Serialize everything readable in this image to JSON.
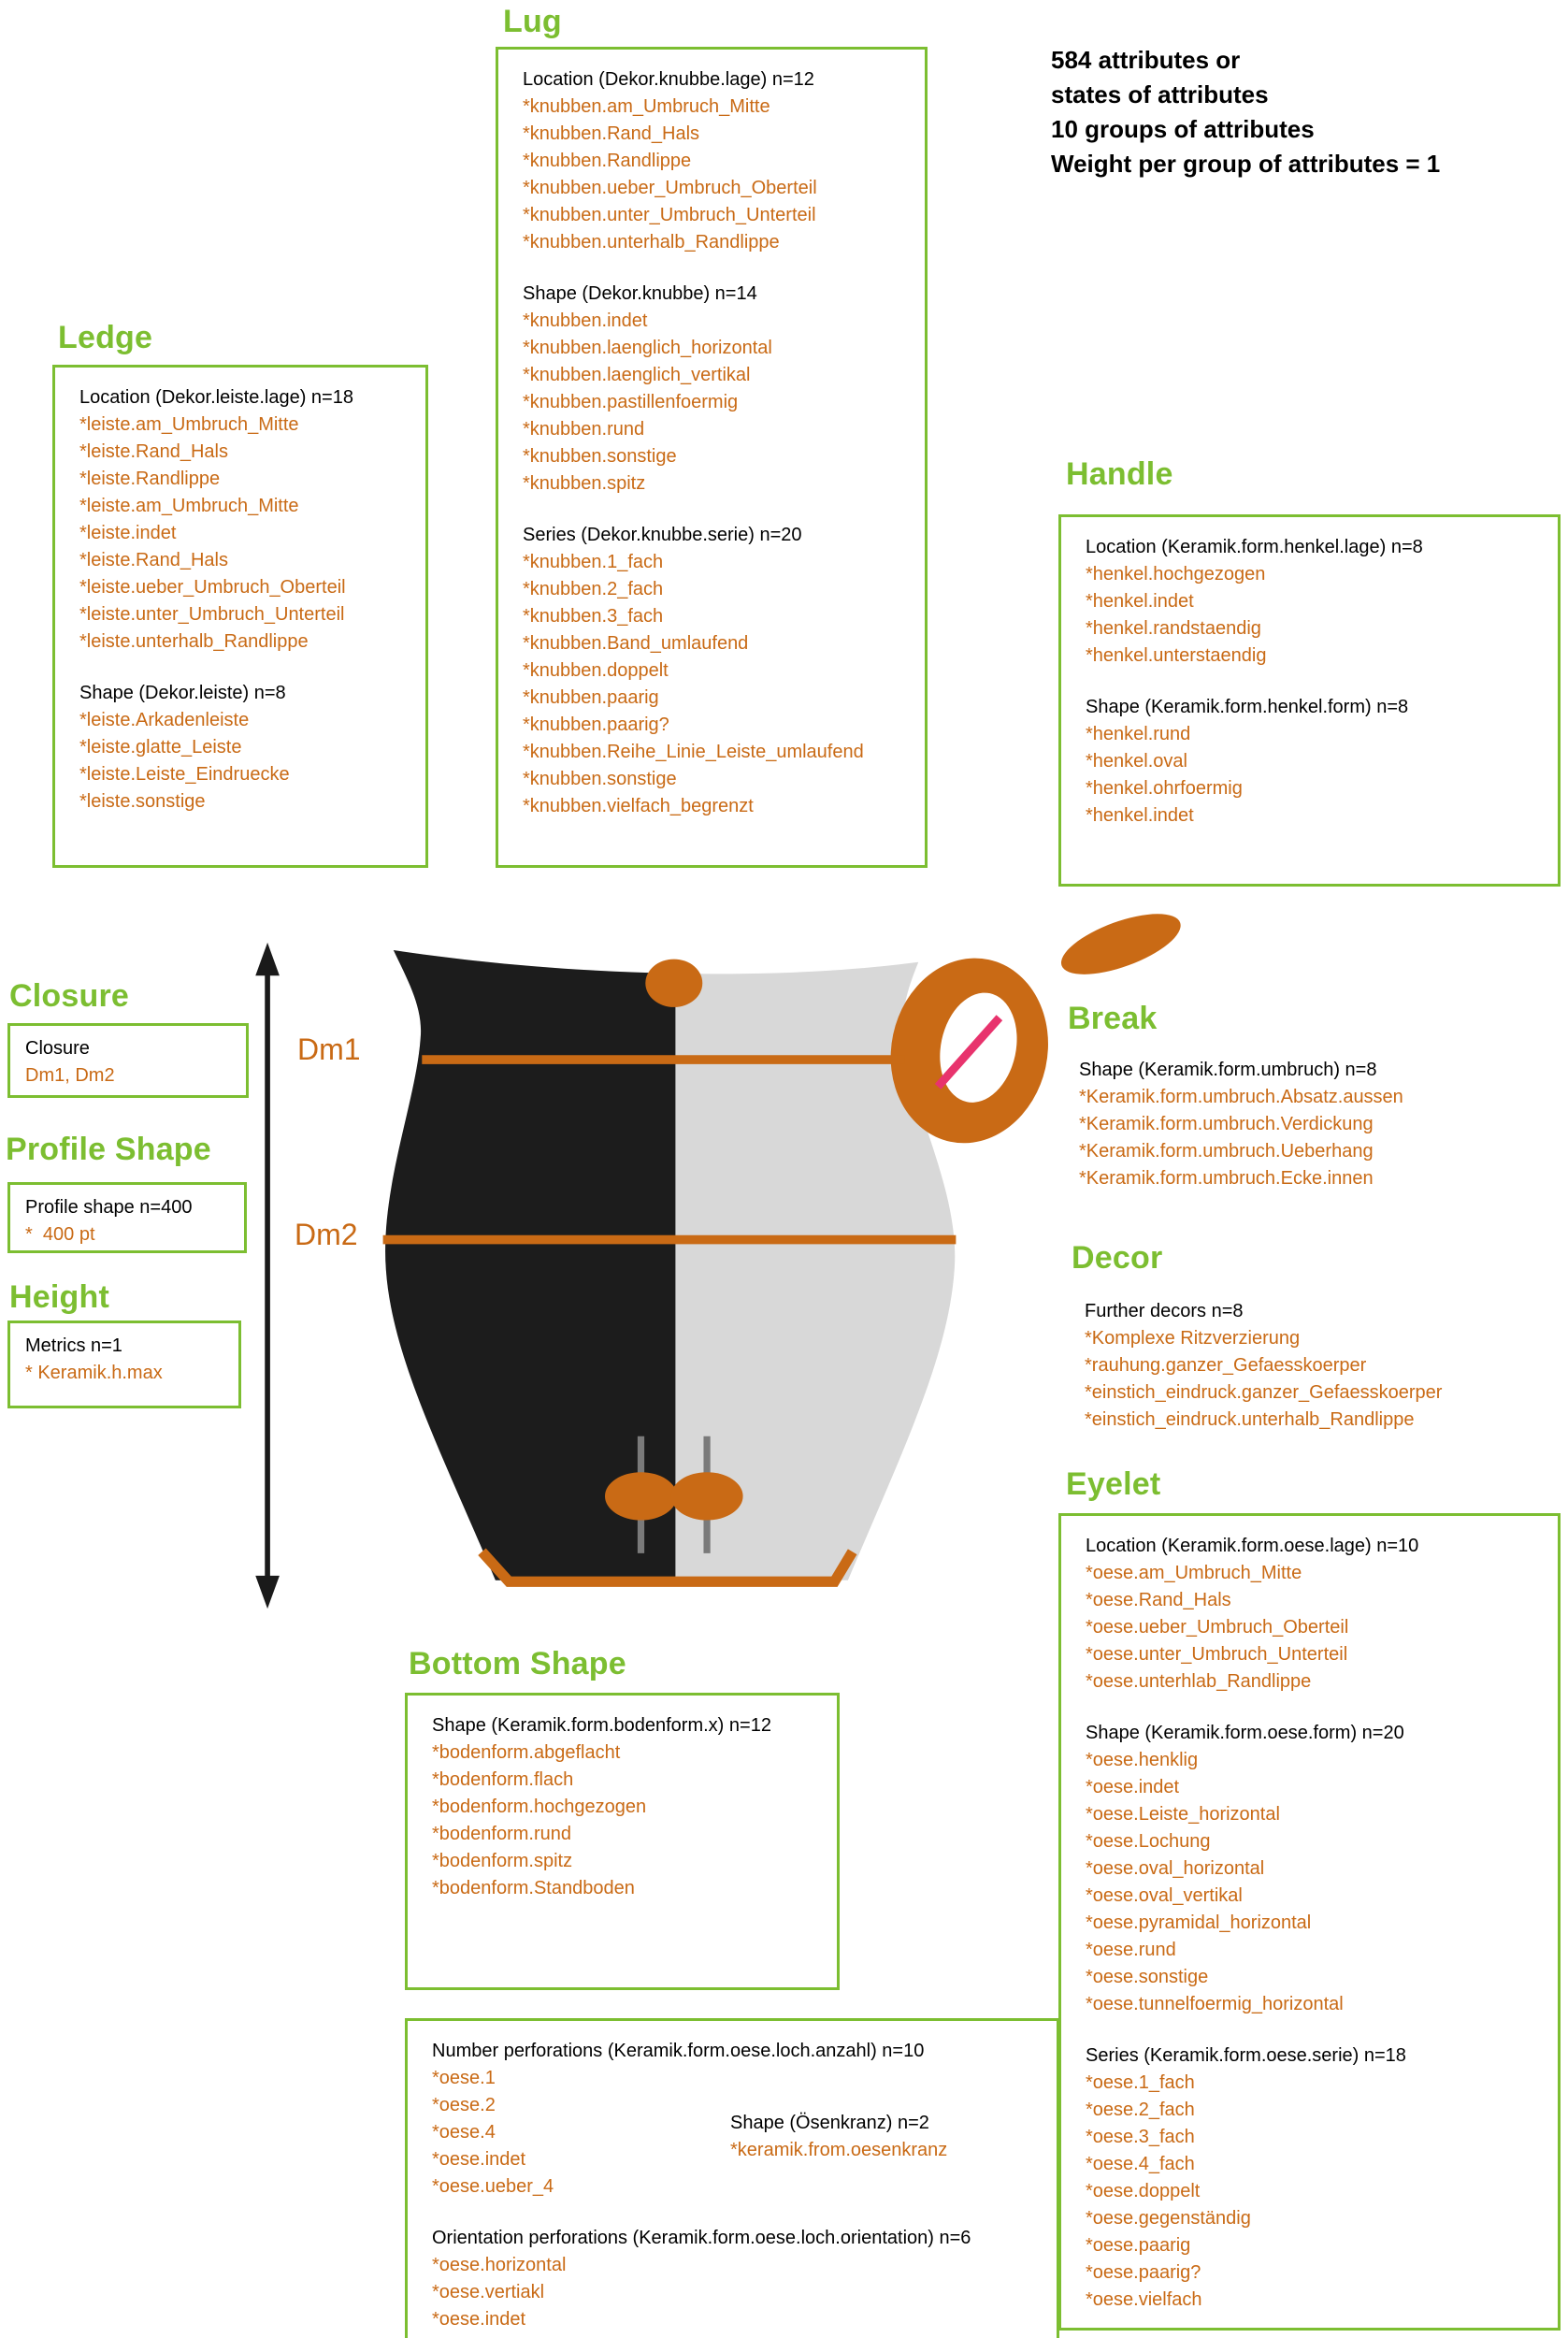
{
  "colors": {
    "green": "#7cbe31",
    "orange": "#c96a15",
    "pink": "#e8336d",
    "vessel_dark": "#1c1c1c",
    "vessel_light": "#d8d8d8",
    "rod_gray": "#7a7a7a"
  },
  "info_block": {
    "line1": "584 attributes or",
    "line2": "states of attributes",
    "line3": "10 groups of attributes",
    "line4": "Weight per group of attributes = 1"
  },
  "vessel_labels": {
    "dm1": "Dm1",
    "dm2": "Dm2"
  },
  "sections": {
    "lug": {
      "title": "Lug",
      "groups": [
        {
          "header": "Location (Dekor.knubbe.lage) n=12",
          "items": [
            "*knubben.am_Umbruch_Mitte",
            "*knubben.Rand_Hals",
            "*knubben.Randlippe",
            "*knubben.ueber_Umbruch_Oberteil",
            "*knubben.unter_Umbruch_Unterteil",
            "*knubben.unterhalb_Randlippe"
          ]
        },
        {
          "header": "Shape (Dekor.knubbe) n=14",
          "items": [
            "*knubben.indet",
            "*knubben.laenglich_horizontal",
            "*knubben.laenglich_vertikal",
            "*knubben.pastillenfoermig",
            "*knubben.rund",
            "*knubben.sonstige",
            "*knubben.spitz"
          ]
        },
        {
          "header": "Series (Dekor.knubbe.serie) n=20",
          "items": [
            "*knubben.1_fach",
            "*knubben.2_fach",
            "*knubben.3_fach",
            "*knubben.Band_umlaufend",
            "*knubben.doppelt",
            "*knubben.paarig",
            "*knubben.paarig?",
            "*knubben.Reihe_Linie_Leiste_umlaufend",
            "*knubben.sonstige",
            "*knubben.vielfach_begrenzt"
          ]
        }
      ]
    },
    "ledge": {
      "title": "Ledge",
      "groups": [
        {
          "header": "Location (Dekor.leiste.lage) n=18",
          "items": [
            "*leiste.am_Umbruch_Mitte",
            "*leiste.Rand_Hals",
            "*leiste.Randlippe",
            "*leiste.am_Umbruch_Mitte",
            "*leiste.indet",
            "*leiste.Rand_Hals",
            "*leiste.ueber_Umbruch_Oberteil",
            "*leiste.unter_Umbruch_Unterteil",
            "*leiste.unterhalb_Randlippe"
          ]
        },
        {
          "header": "Shape (Dekor.leiste) n=8",
          "items": [
            "*leiste.Arkadenleiste",
            "*leiste.glatte_Leiste",
            "*leiste.Leiste_Eindruecke",
            "*leiste.sonstige"
          ]
        }
      ]
    },
    "handle": {
      "title": "Handle",
      "groups": [
        {
          "header": "Location (Keramik.form.henkel.lage) n=8",
          "items": [
            "*henkel.hochgezogen",
            "*henkel.indet",
            "*henkel.randstaendig",
            "*henkel.unterstaendig"
          ]
        },
        {
          "header": "Shape (Keramik.form.henkel.form) n=8",
          "items": [
            "*henkel.rund",
            "*henkel.oval",
            "*henkel.ohrfoermig",
            "*henkel.indet"
          ]
        }
      ]
    },
    "closure": {
      "title": "Closure",
      "groups": [
        {
          "header": "Closure",
          "items": [
            "Dm1, Dm2"
          ]
        }
      ]
    },
    "profile_shape": {
      "title": "Profile Shape",
      "groups": [
        {
          "header": "Profile shape n=400",
          "items": [
            "*  400 pt"
          ]
        }
      ]
    },
    "height": {
      "title": "Height",
      "groups": [
        {
          "header": "Metrics n=1",
          "items": [
            "* Keramik.h.max"
          ]
        }
      ]
    },
    "break": {
      "title": "Break",
      "groups": [
        {
          "header": "Shape (Keramik.form.umbruch) n=8",
          "items": [
            "*Keramik.form.umbruch.Absatz.aussen",
            "*Keramik.form.umbruch.Verdickung",
            "*Keramik.form.umbruch.Ueberhang",
            "*Keramik.form.umbruch.Ecke.innen"
          ]
        }
      ]
    },
    "decor": {
      "title": "Decor",
      "groups": [
        {
          "header": "Further decors n=8",
          "items": [
            "*Komplexe Ritzverzierung",
            "*rauhung.ganzer_Gefaesskoerper",
            "*einstich_eindruck.ganzer_Gefaesskoerper",
            "*einstich_eindruck.unterhalb_Randlippe"
          ]
        }
      ]
    },
    "eyelet": {
      "title": "Eyelet",
      "groups": [
        {
          "header": "Location (Keramik.form.oese.lage) n=10",
          "items": [
            "*oese.am_Umbruch_Mitte",
            "*oese.Rand_Hals",
            "*oese.ueber_Umbruch_Oberteil",
            "*oese.unter_Umbruch_Unterteil",
            "*oese.unterhlab_Randlippe"
          ]
        },
        {
          "header": "Shape (Keramik.form.oese.form) n=20",
          "items": [
            "*oese.henklig",
            "*oese.indet",
            "*oese.Leiste_horizontal",
            "*oese.Lochung",
            "*oese.oval_horizontal",
            "*oese.oval_vertikal",
            "*oese.pyramidal_horizontal",
            "*oese.rund",
            "*oese.sonstige",
            "*oese.tunnelfoermig_horizontal"
          ]
        },
        {
          "header": "Series (Keramik.form.oese.serie) n=18",
          "items": [
            "*oese.1_fach",
            "*oese.2_fach",
            "*oese.3_fach",
            "*oese.4_fach",
            "*oese.doppelt",
            "*oese.gegenständig",
            "*oese.paarig",
            "*oese.paarig?",
            "*oese.vielfach"
          ]
        }
      ]
    },
    "bottom_shape": {
      "title": "Bottom Shape",
      "groups": [
        {
          "header": "Shape (Keramik.form.bodenform.x) n=12",
          "items": [
            "*bodenform.abgeflacht",
            "*bodenform.flach",
            "*bodenform.hochgezogen",
            "*bodenform.rund",
            "*bodenform.spitz",
            "*bodenform.Standboden"
          ]
        }
      ]
    },
    "perforations": {
      "groups": [
        {
          "header": "Number perforations (Keramik.form.oese.loch.anzahl) n=10",
          "items": [
            "*oese.1",
            "*oese.2",
            "*oese.4",
            "*oese.indet",
            "*oese.ueber_4"
          ]
        },
        {
          "header": "Orientation perforations (Keramik.form.oese.loch.orientation) n=6",
          "items": [
            "*oese.horizontal",
            "*oese.vertiakl",
            "*oese.indet"
          ]
        }
      ],
      "side_group": {
        "header": "Shape (Ösenkranz) n=2",
        "items": [
          "*keramik.from.oesenkranz"
        ]
      }
    }
  }
}
